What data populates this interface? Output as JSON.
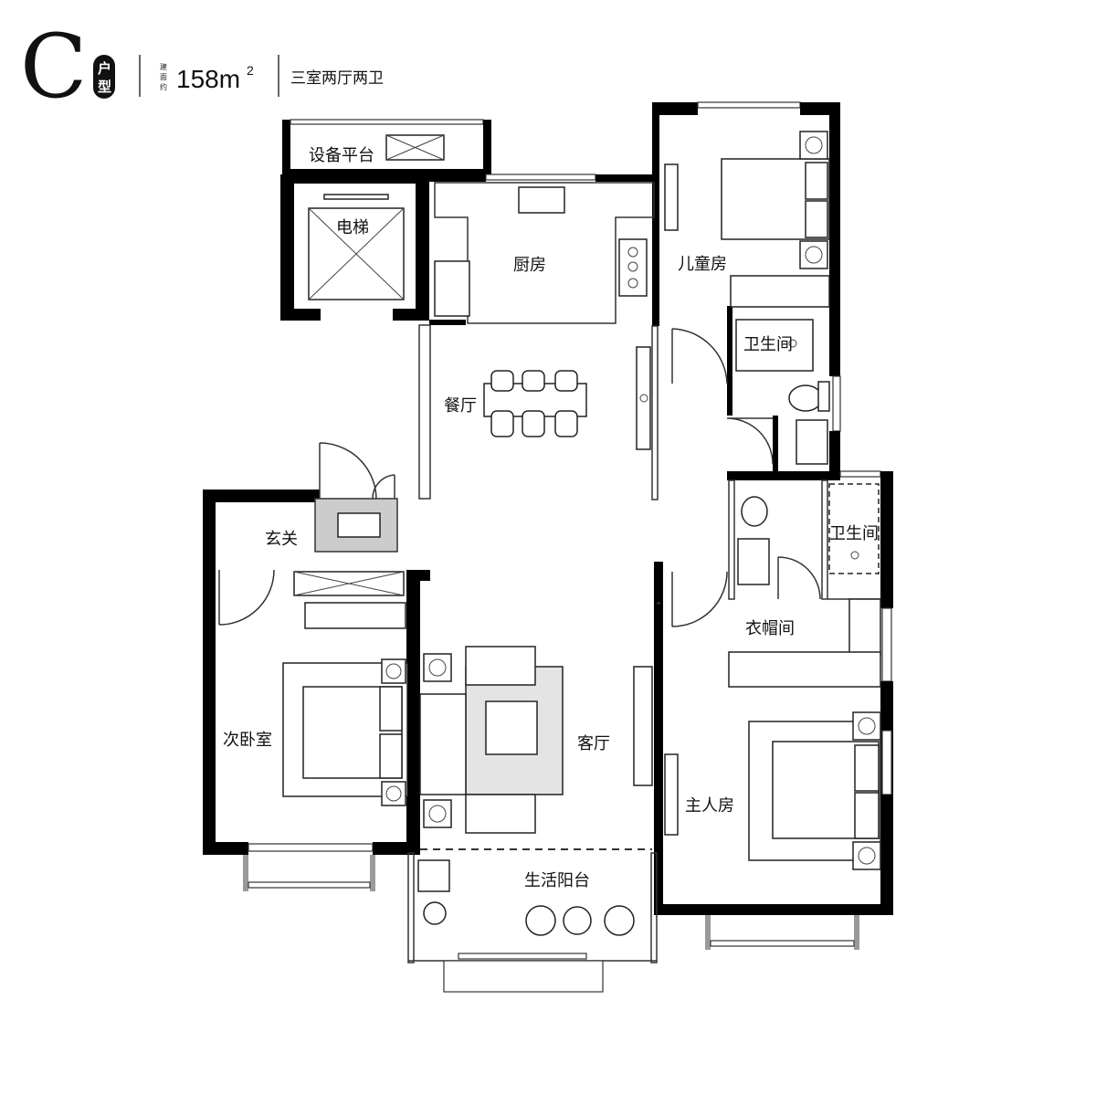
{
  "header": {
    "type_letter": "C",
    "type_badge": [
      "户",
      "型"
    ],
    "area_caption": [
      "建",
      "面",
      "约"
    ],
    "area_value": "158m",
    "area_unit_sup": "2",
    "layout_text": "三室两厅两卫"
  },
  "rooms": {
    "equipment_platform": "设备平台",
    "elevator": "电梯",
    "kitchen": "厨房",
    "kids_room": "儿童房",
    "bathroom_1": "卫生间",
    "dining": "餐厅",
    "entrance": "玄关",
    "bathroom_2": "卫生间",
    "cloakroom": "衣帽间",
    "second_bedroom": "次卧室",
    "living_room": "客厅",
    "master_bedroom": "主人房",
    "balcony": "生活阳台"
  },
  "colors": {
    "wall": "#000000",
    "line": "#333333",
    "window_sill": "#9a9a9a",
    "background": "#ffffff"
  }
}
